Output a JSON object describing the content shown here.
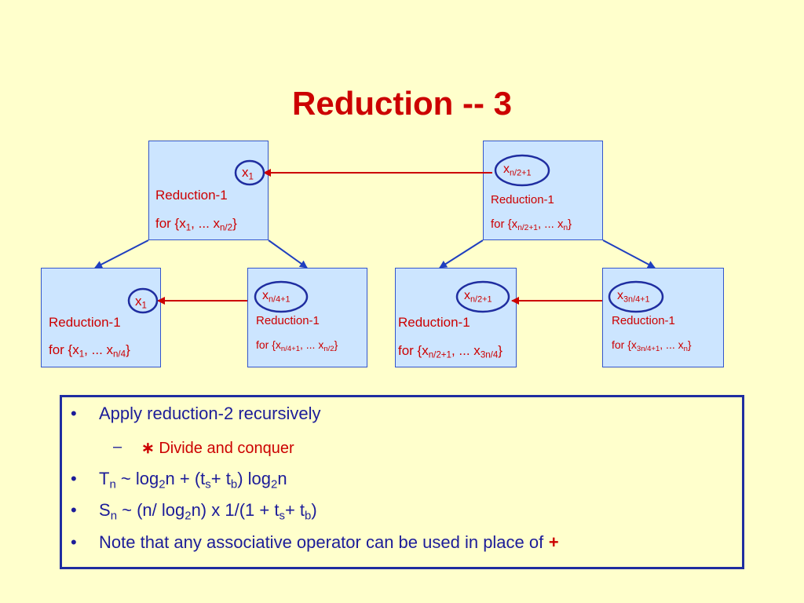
{
  "title": "Reduction -- 3",
  "boxes": {
    "top_left": {
      "var_sym": "x",
      "var_sub": "1",
      "label": "Reduction-1",
      "range_pre": "for {x",
      "range_s1": "1",
      "range_mid": ", ... x",
      "range_s2": "n/2",
      "range_post": "}"
    },
    "top_right": {
      "var_sym": "x",
      "var_sub": "n/2+1",
      "label": "Reduction-1",
      "range_pre": "for {x",
      "range_s1": "n/2+1",
      "range_mid": ", ... x",
      "range_s2": "n",
      "range_post": "}"
    },
    "bot_1": {
      "var_sym": "x",
      "var_sub": "1",
      "label": "Reduction-1",
      "range_pre": "for {x",
      "range_s1": "1",
      "range_mid": ", ... x",
      "range_s2": "n/4",
      "range_post": "}"
    },
    "bot_2": {
      "var_sym": "x",
      "var_sub": "n/4+1",
      "label": "Reduction-1",
      "range_pre": "for {x",
      "range_s1": "n/4+1",
      "range_mid": ", ... x",
      "range_s2": "n/2",
      "range_post": "}"
    },
    "bot_3": {
      "var_sym": "x",
      "var_sub": "n/2+1",
      "label": "Reduction-1",
      "range_pre": "for {x",
      "range_s1": "n/2+1",
      "range_mid": ", ... x",
      "range_s2": "3n/4",
      "range_post": "}"
    },
    "bot_4": {
      "var_sym": "x",
      "var_sub": "3n/4+1",
      "label": "Reduction-1",
      "range_pre": "for {x",
      "range_s1": "3n/4+1",
      "range_mid": ", ... x",
      "range_s2": "n",
      "range_post": "}"
    }
  },
  "bullets": {
    "b1": "Apply reduction-2 recursively",
    "b1_sub_marker": "–",
    "b1_sub_star": "∗",
    "b1_sub_text": "Divide and conquer",
    "b2": {
      "T": "T",
      "n1": "n",
      "p1": " ~ log",
      "s1": "2",
      "p2": "n + (t",
      "s2": "s",
      "p3": "+ t",
      "s3": "b",
      "p4": ") log",
      "s4": "2",
      "p5": "n"
    },
    "b3": {
      "S": "S",
      "n1": "n",
      "p1": " ~ (n/ log",
      "s1": "2",
      "p2": "n) x 1/(1 + t",
      "s2": "s",
      "p3": "+ t",
      "s3": "b",
      "p4": ")"
    },
    "b4_text": "Note that any associative operator can be used in place of",
    "b4_op": "+",
    "bullet_char": "•"
  },
  "colors": {
    "title": "#CC0000",
    "box_fill": "#CCE5FF",
    "box_border": "#3355CC",
    "arrow_red": "#CC0000",
    "arrow_blue": "#1F3FBF",
    "bullet_text": "#1C1C99"
  }
}
